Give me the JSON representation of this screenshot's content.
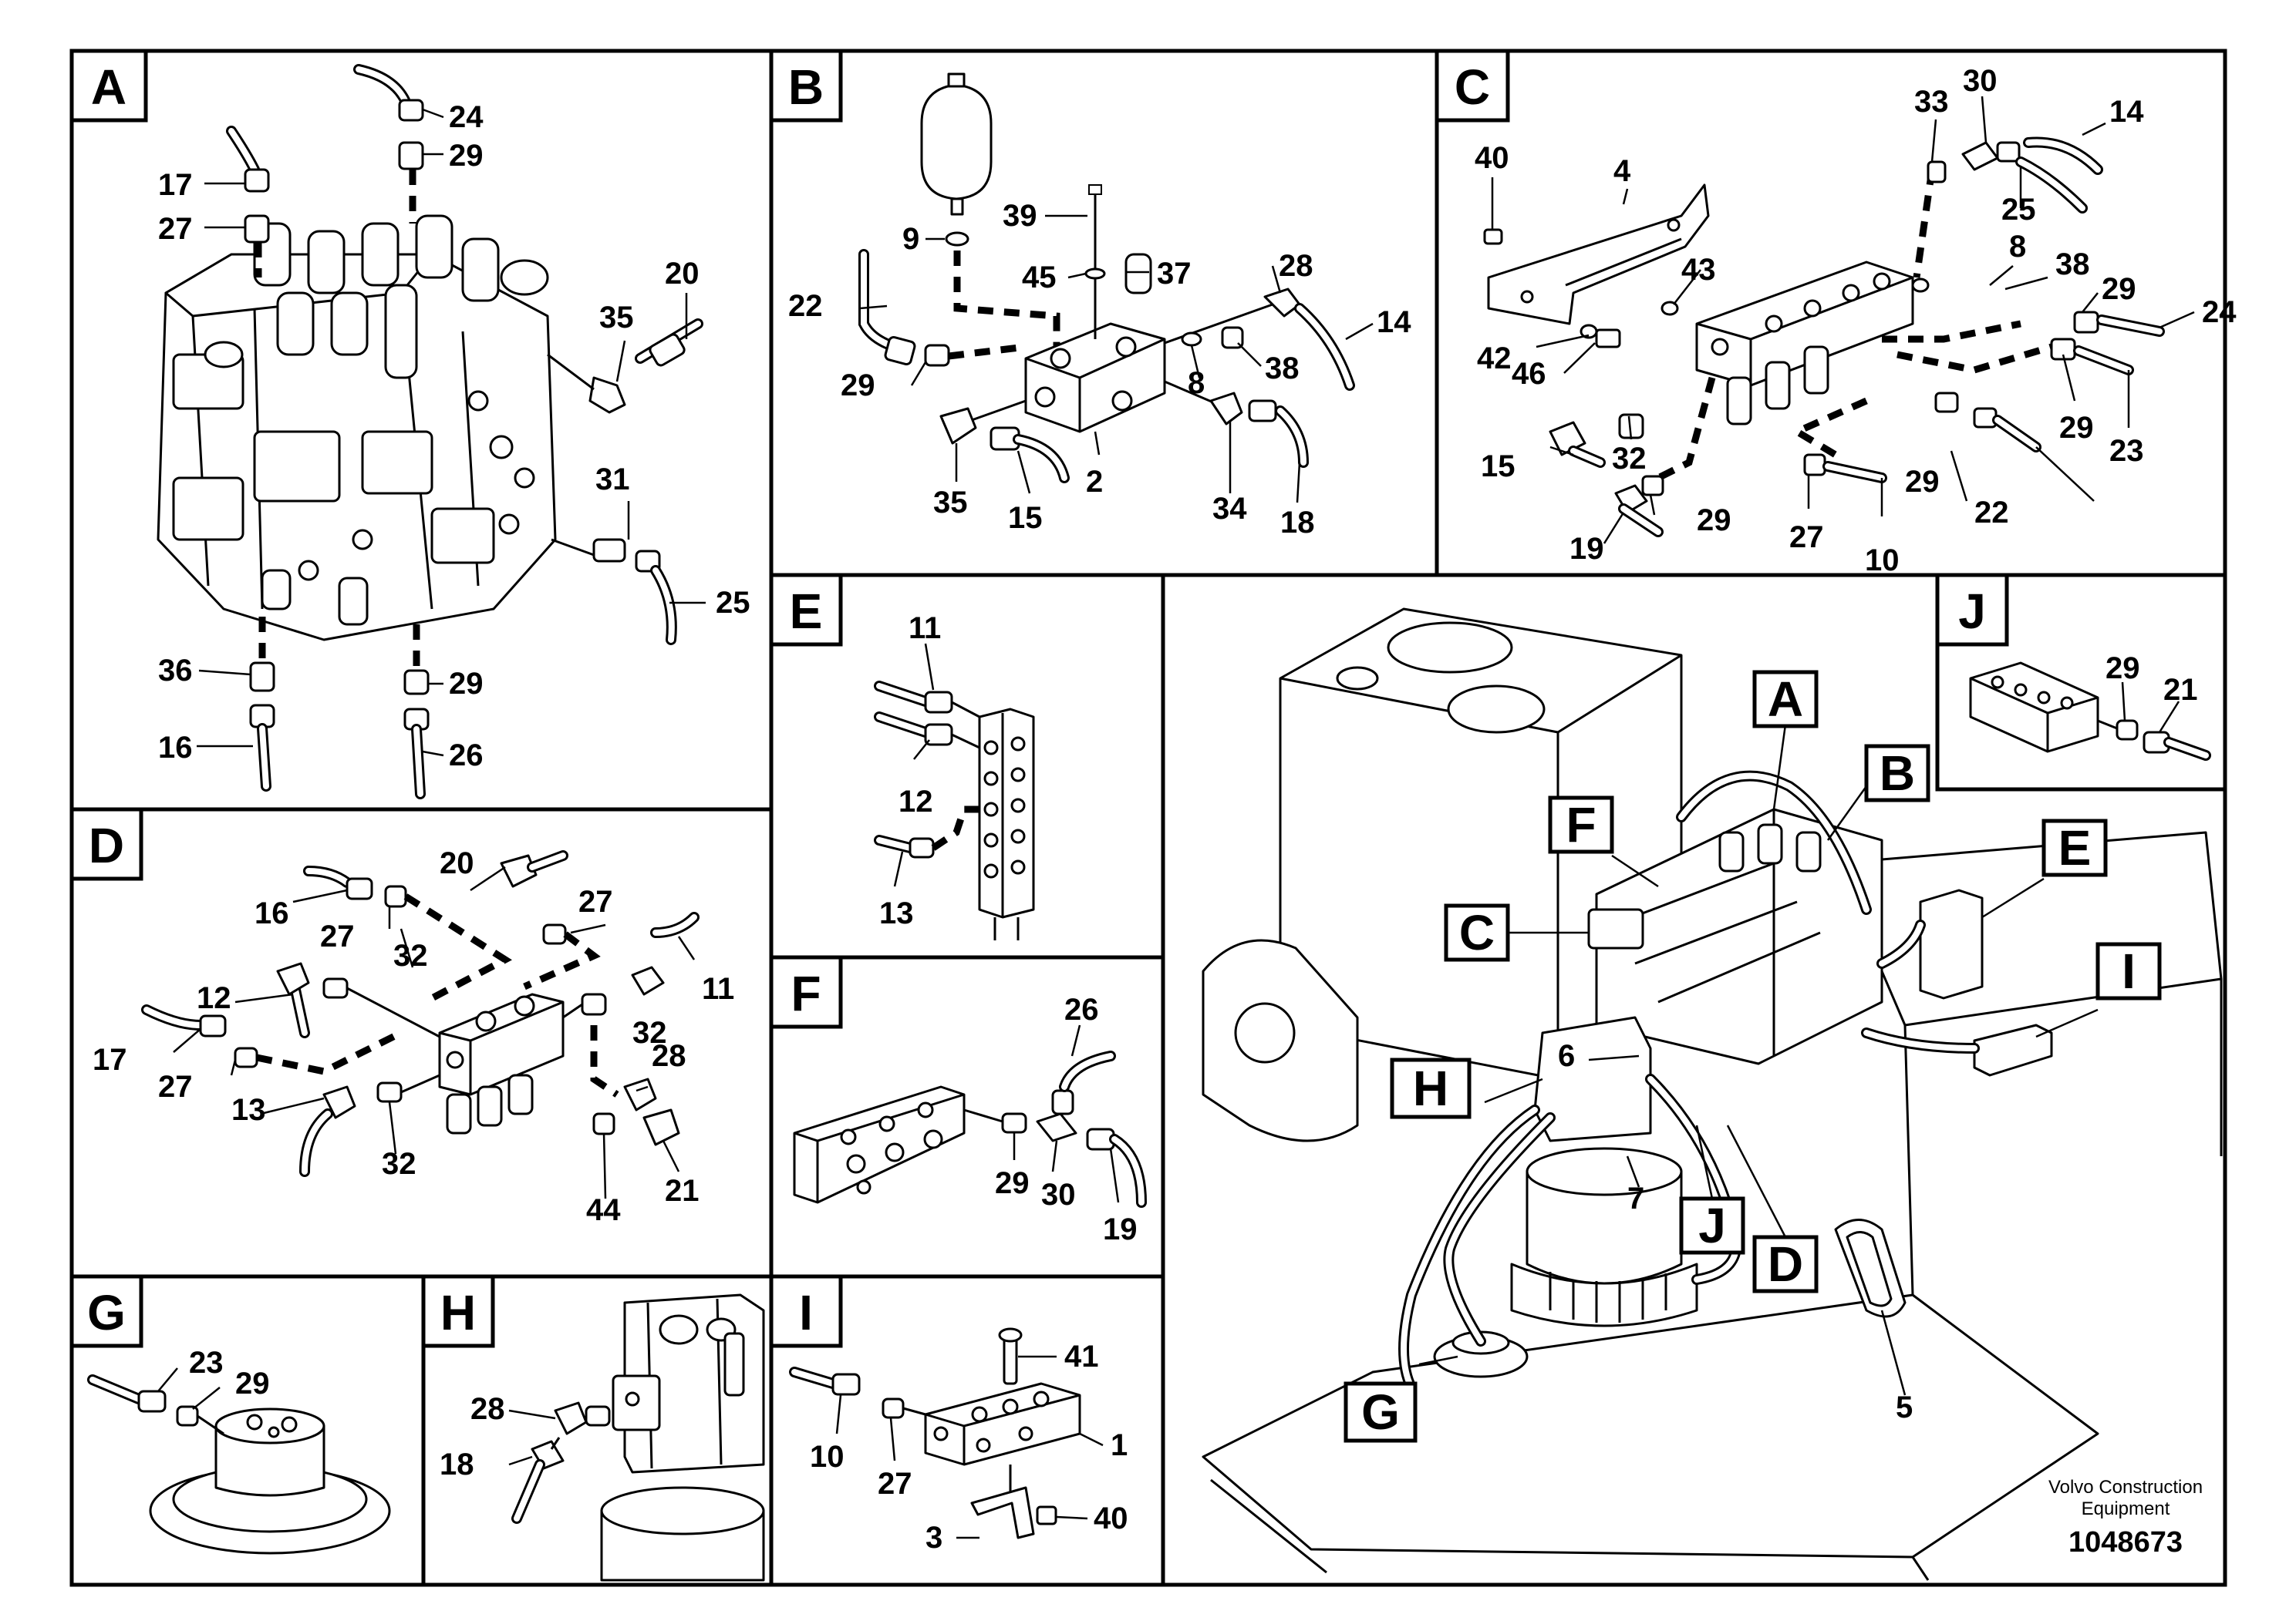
{
  "panels": [
    {
      "id": "A",
      "callouts": [
        "17",
        "27",
        "24",
        "29",
        "20",
        "35",
        "31",
        "25",
        "36",
        "29",
        "16",
        "26"
      ]
    },
    {
      "id": "B",
      "callouts": [
        "9",
        "39",
        "45",
        "37",
        "22",
        "28",
        "14",
        "29",
        "8",
        "38",
        "35",
        "15",
        "2",
        "34",
        "18"
      ]
    },
    {
      "id": "C",
      "callouts": [
        "40",
        "4",
        "33",
        "30",
        "14",
        "25",
        "8",
        "38",
        "43",
        "29",
        "24",
        "42",
        "46",
        "15",
        "32",
        "29",
        "23",
        "29",
        "22",
        "19",
        "29",
        "27",
        "10"
      ]
    },
    {
      "id": "D",
      "callouts": [
        "20",
        "16",
        "27",
        "27",
        "32",
        "11",
        "12",
        "17",
        "32",
        "28",
        "27",
        "13",
        "32",
        "44",
        "21"
      ]
    },
    {
      "id": "E",
      "callouts": [
        "11",
        "12",
        "13"
      ]
    },
    {
      "id": "F",
      "callouts": [
        "26",
        "29",
        "30",
        "19"
      ]
    },
    {
      "id": "G",
      "callouts": [
        "23",
        "29"
      ]
    },
    {
      "id": "H",
      "callouts": [
        "28",
        "18"
      ]
    },
    {
      "id": "I",
      "callouts": [
        "41",
        "1",
        "10",
        "27",
        "3",
        "40"
      ]
    },
    {
      "id": "J",
      "callouts": [
        "29",
        "21"
      ]
    }
  ],
  "overview": {
    "tags": [
      "A",
      "B",
      "F",
      "E",
      "C",
      "I",
      "H",
      "J",
      "D",
      "G"
    ],
    "callouts": [
      "6",
      "7",
      "5"
    ]
  },
  "footer": {
    "brand_line1": "Volvo Construction",
    "brand_line2": "Equipment",
    "doc_number": "1048673"
  }
}
